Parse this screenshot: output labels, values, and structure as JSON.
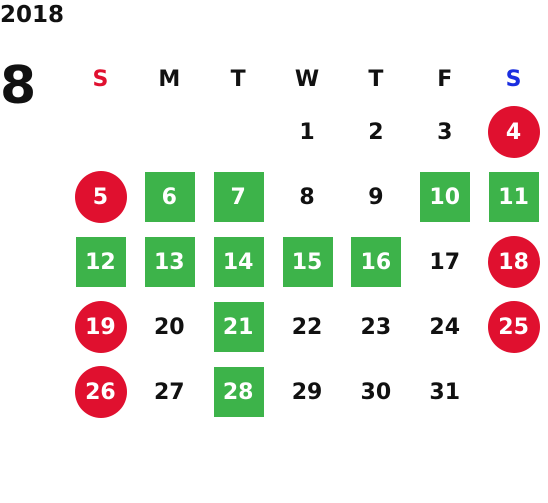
{
  "calendar": {
    "year": "2018",
    "month": "8",
    "weekdays": [
      {
        "label": "S",
        "color": "#e0102f"
      },
      {
        "label": "M",
        "color": "#111111"
      },
      {
        "label": "T",
        "color": "#111111"
      },
      {
        "label": "W",
        "color": "#111111"
      },
      {
        "label": "T",
        "color": "#111111"
      },
      {
        "label": "F",
        "color": "#111111"
      },
      {
        "label": "S",
        "color": "#1a2ee0"
      }
    ],
    "weeks": [
      [
        {
          "day": "",
          "type": "empty"
        },
        {
          "day": "",
          "type": "empty"
        },
        {
          "day": "",
          "type": "empty"
        },
        {
          "day": "1",
          "type": "normal"
        },
        {
          "day": "2",
          "type": "normal"
        },
        {
          "day": "3",
          "type": "normal"
        },
        {
          "day": "4",
          "type": "red"
        }
      ],
      [
        {
          "day": "5",
          "type": "red"
        },
        {
          "day": "6",
          "type": "green"
        },
        {
          "day": "7",
          "type": "green"
        },
        {
          "day": "8",
          "type": "normal"
        },
        {
          "day": "9",
          "type": "normal"
        },
        {
          "day": "10",
          "type": "green"
        },
        {
          "day": "11",
          "type": "green"
        }
      ],
      [
        {
          "day": "12",
          "type": "green"
        },
        {
          "day": "13",
          "type": "green"
        },
        {
          "day": "14",
          "type": "green"
        },
        {
          "day": "15",
          "type": "green"
        },
        {
          "day": "16",
          "type": "green"
        },
        {
          "day": "17",
          "type": "normal"
        },
        {
          "day": "18",
          "type": "red"
        }
      ],
      [
        {
          "day": "19",
          "type": "red"
        },
        {
          "day": "20",
          "type": "normal"
        },
        {
          "day": "21",
          "type": "green"
        },
        {
          "day": "22",
          "type": "normal"
        },
        {
          "day": "23",
          "type": "normal"
        },
        {
          "day": "24",
          "type": "normal"
        },
        {
          "day": "25",
          "type": "red"
        }
      ],
      [
        {
          "day": "26",
          "type": "red"
        },
        {
          "day": "27",
          "type": "normal"
        },
        {
          "day": "28",
          "type": "green"
        },
        {
          "day": "29",
          "type": "normal"
        },
        {
          "day": "30",
          "type": "normal"
        },
        {
          "day": "31",
          "type": "normal"
        },
        {
          "day": "",
          "type": "empty"
        }
      ]
    ]
  },
  "colors": {
    "green": "#3db34a",
    "red": "#e0102f",
    "blue": "#1a2ee0",
    "text": "#111111"
  }
}
